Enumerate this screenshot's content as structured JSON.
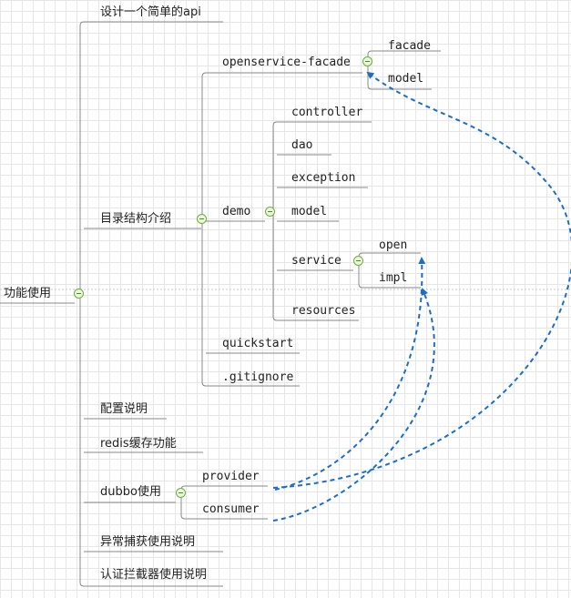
{
  "colors": {
    "line": "#888888",
    "arrow": "#1c6fc0",
    "toggle_border": "#6fae3a",
    "toggle_fill": "#eaf6dd"
  },
  "root": {
    "label": "功能使用",
    "children": [
      {
        "label": "设计一个简单的api"
      },
      {
        "label": "目录结构介绍",
        "children": [
          {
            "label": "openservice-facade",
            "children": [
              {
                "label": "facade"
              },
              {
                "label": "model"
              }
            ]
          },
          {
            "label": "demo",
            "children": [
              {
                "label": "controller"
              },
              {
                "label": "dao"
              },
              {
                "label": "exception"
              },
              {
                "label": "model"
              },
              {
                "label": "service",
                "children": [
                  {
                    "label": "open"
                  },
                  {
                    "label": "impl"
                  }
                ]
              },
              {
                "label": "resources"
              }
            ]
          },
          {
            "label": "quickstart"
          },
          {
            "label": ".gitignore"
          }
        ]
      },
      {
        "label": "配置说明"
      },
      {
        "label": "redis缓存功能"
      },
      {
        "label": "dubbo使用",
        "children": [
          {
            "label": "provider"
          },
          {
            "label": "consumer"
          }
        ]
      },
      {
        "label": "异常捕获使用说明"
      },
      {
        "label": "认证拦截器使用说明"
      }
    ]
  },
  "links": [
    {
      "from": "provider",
      "to": "openservice-facade"
    },
    {
      "from": "provider",
      "to": "open"
    },
    {
      "from": "consumer",
      "to": "impl"
    }
  ]
}
